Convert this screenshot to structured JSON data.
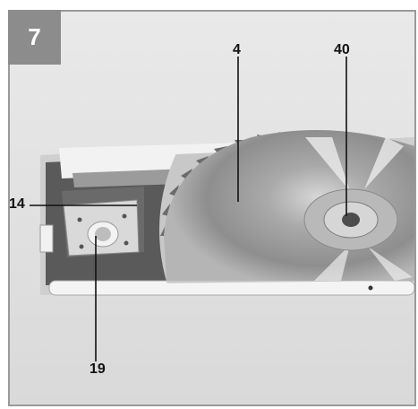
{
  "figure": {
    "number": "7",
    "callouts": {
      "blade": "4",
      "flange": "40",
      "arbor_lock": "14",
      "knob": "19"
    }
  },
  "colors": {
    "badge": "#8c8c8c",
    "frame": "#9a9a9a",
    "label": "#111111"
  }
}
